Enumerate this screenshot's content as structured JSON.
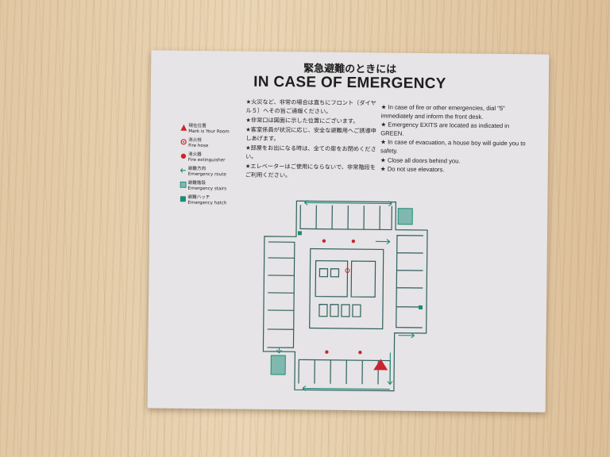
{
  "sign": {
    "title_jp": "緊急避難のときには",
    "title_en": "IN CASE OF EMERGENCY",
    "instructions_jp": [
      "★火災など、非常の場合は直ちにフロント（ダイヤル５）へその旨ご通報ください。",
      "★非常口は図面に示した位置にございます。",
      "★客室係員が状況に応じ、安全な避難用へご誘導申しあげます。",
      "★部屋をお出になる時は、全ての扉をお閉めください。",
      "★エレベーターはご使用にならないで、非常階段をご利用ください。"
    ],
    "instructions_en": [
      "★ In case of fire or other emergencies, dial \"5\" immediately and inform the front desk.",
      "★ Emergency EXITS are located as indicated in GREEN.",
      "★ In case of evacuation, a house boy will guide you to safety.",
      "★ Close all doors behind you.",
      "★ Do not use elevators."
    ],
    "legend": [
      {
        "jp": "現在位置",
        "en": "Mark is Your Room",
        "icon": "triangle-icon",
        "color": "#c8262c"
      },
      {
        "jp": "消火栓",
        "en": "Fire hose",
        "icon": "fire-hose-icon",
        "color": "#c8262c"
      },
      {
        "jp": "消火器",
        "en": "Fire extinguisher",
        "icon": "extinguisher-icon",
        "color": "#c8262c"
      },
      {
        "jp": "避難方向",
        "en": "Emergency route",
        "icon": "arrow-icon",
        "color": "#1f8a78"
      },
      {
        "jp": "避難階段",
        "en": "Emergency stairs",
        "icon": "stairs-icon",
        "color": "#1f8a78"
      },
      {
        "jp": "避難ハッチ",
        "en": "Emergency hatch",
        "icon": "hatch-icon",
        "color": "#1f8a78"
      }
    ],
    "colors": {
      "plan_line": "#2f5f5e",
      "route": "#1f8a78",
      "alert": "#c8262c"
    }
  }
}
